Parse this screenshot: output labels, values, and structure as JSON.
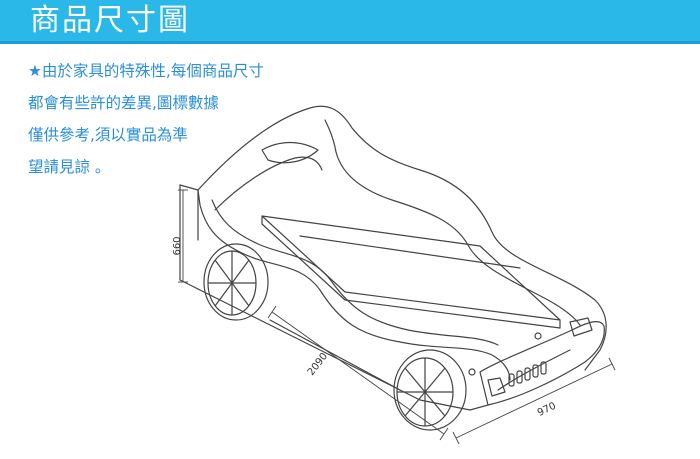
{
  "header": {
    "title": "商品尺寸圖"
  },
  "notice": {
    "lines": [
      "★由於家具的特殊性,每個商品尺寸",
      "都會有些許的差異,圖標數據",
      "僅供參考,須以實品為準",
      "望請見諒 。"
    ]
  },
  "dimensions": {
    "height": "660",
    "length": "2090",
    "width": "970"
  },
  "colors": {
    "header_bg": "#29b8e8",
    "notice_text": "#2a8fd6",
    "line": "#444444"
  }
}
